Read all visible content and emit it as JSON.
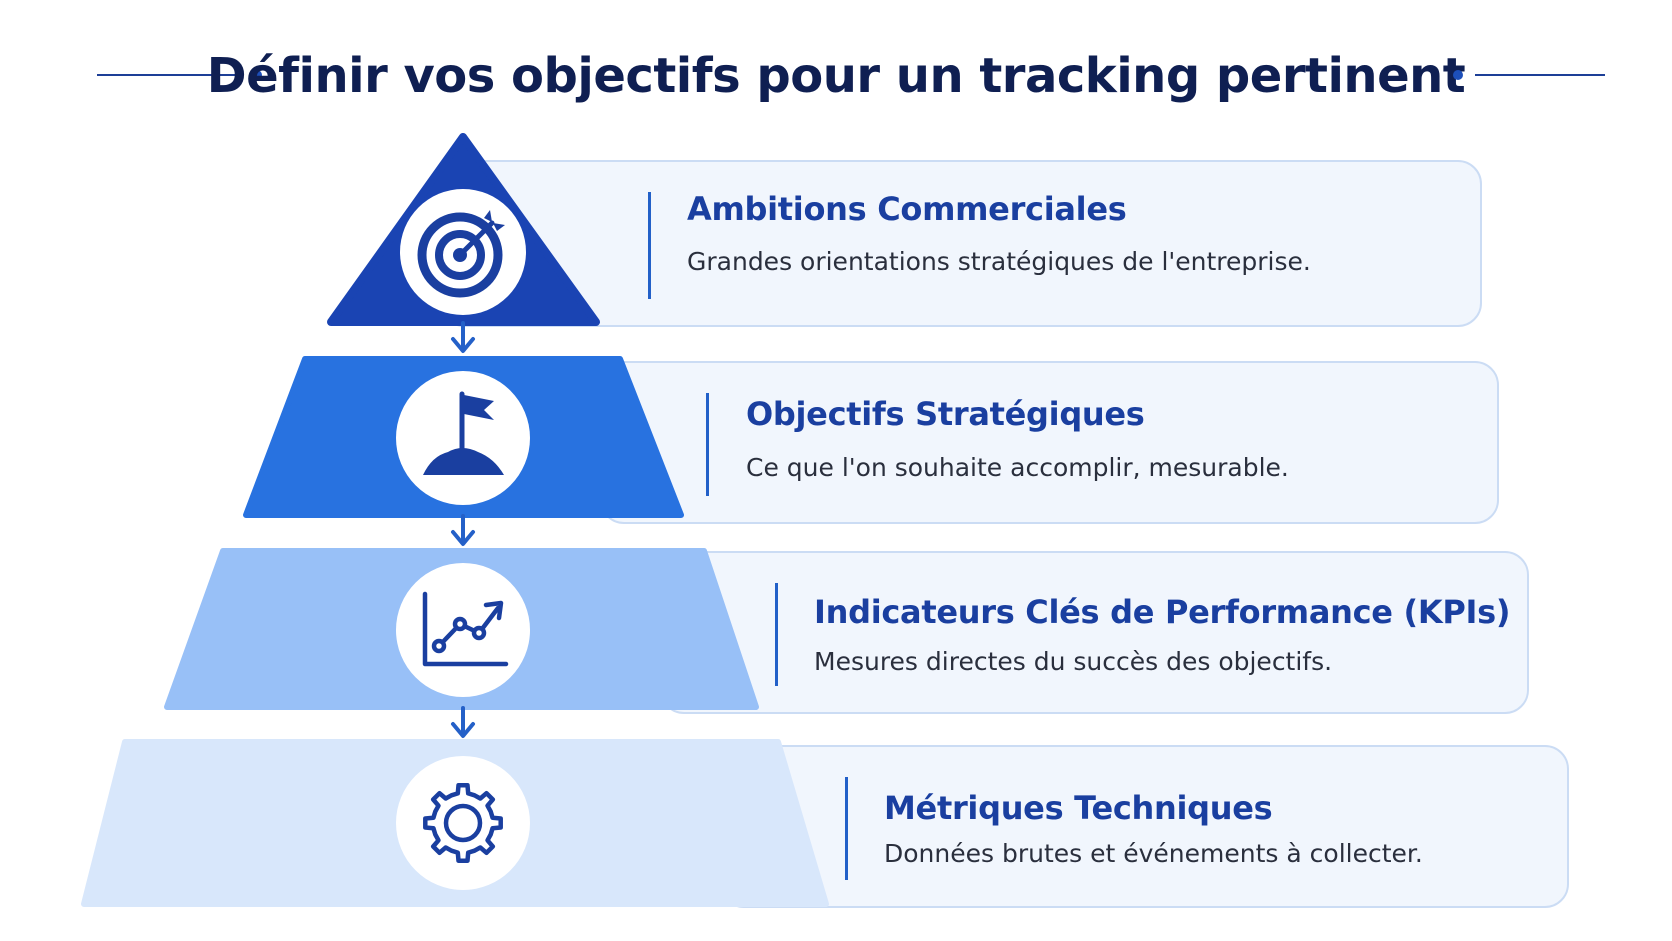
{
  "title": "Définir vos objectifs pour un tracking pertinent",
  "colors": {
    "level1": "#1a44b3",
    "level2": "#2872e0",
    "level3": "#98c0f7",
    "level4": "#d8e7fb",
    "icon": "#1a3fa0",
    "card_bg": "#f1f6fd",
    "card_border": "#cbdcf4",
    "arrow": "#2460c8"
  },
  "levels": [
    {
      "title": "Ambitions Commerciales",
      "description": "Grandes orientations stratégiques de l'entreprise.",
      "icon": "target-icon"
    },
    {
      "title": "Objectifs Stratégiques",
      "description": "Ce que l'on souhaite accomplir, mesurable.",
      "icon": "flag-icon"
    },
    {
      "title": "Indicateurs Clés de Performance (KPIs)",
      "description": "Mesures directes du succès des objectifs.",
      "icon": "chart-icon"
    },
    {
      "title": "Métriques Techniques",
      "description": "Données brutes et événements à collecter.",
      "icon": "gear-icon"
    }
  ]
}
